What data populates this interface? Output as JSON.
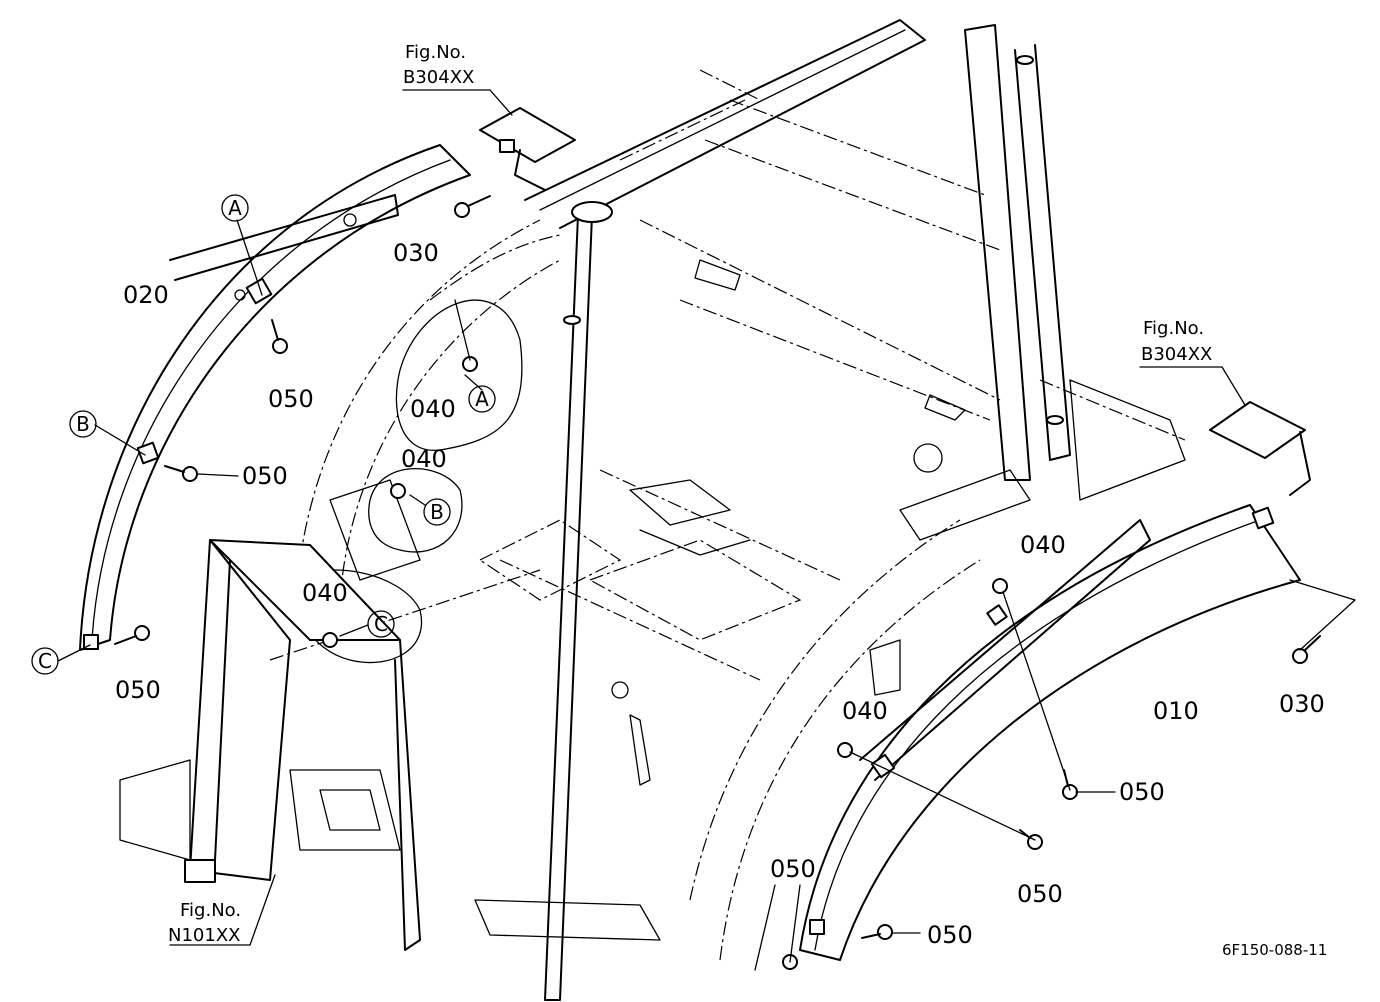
{
  "diagram": {
    "figure_code": "6F150-088-11",
    "fig_refs": [
      {
        "id": "ref-top",
        "prefix": "Fig.No.",
        "code": "B304XX"
      },
      {
        "id": "ref-right",
        "prefix": "Fig.No.",
        "code": "B304XX"
      },
      {
        "id": "ref-bottom",
        "prefix": "Fig.No.",
        "code": "N101XX"
      }
    ],
    "part_labels": [
      "020",
      "030",
      "050",
      "050",
      "050",
      "050",
      "040",
      "040",
      "040",
      "040",
      "040",
      "050",
      "050",
      "050",
      "010",
      "030"
    ],
    "circle_labels": [
      "A",
      "A",
      "B",
      "B",
      "C",
      "C"
    ]
  }
}
